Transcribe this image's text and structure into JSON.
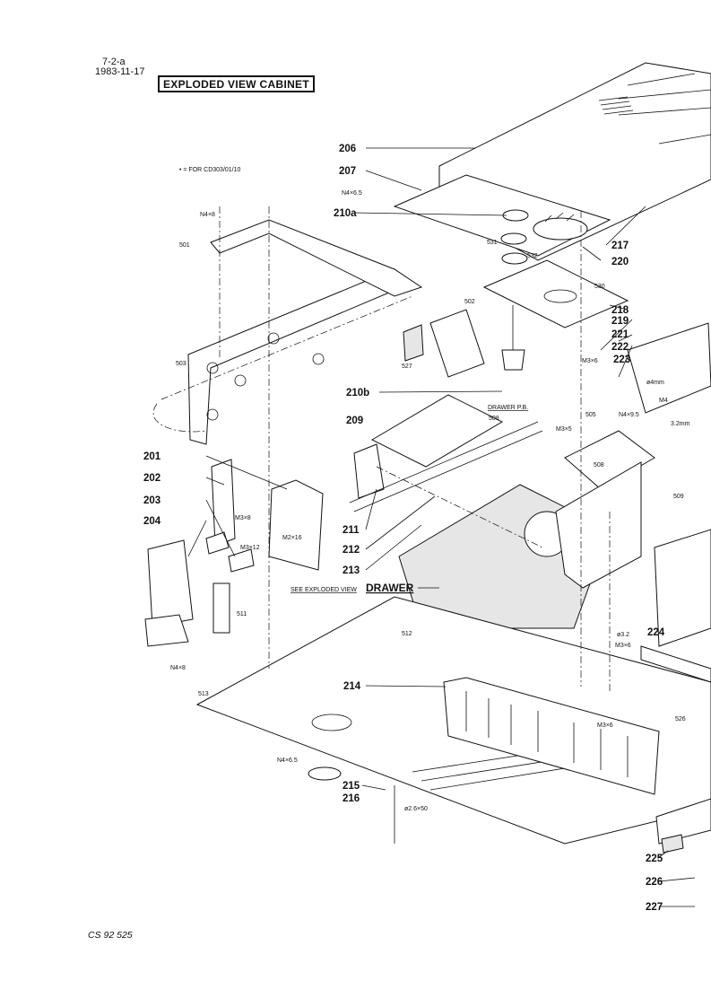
{
  "header": {
    "page_number": "7-2-a",
    "date": "1983-11-17",
    "title": "EXPLODED VIEW CABINET",
    "legend": "• = FOR  CD303/01/10"
  },
  "footer": {
    "code": "CS 92 525"
  },
  "drawing_refs": {
    "drawer_pb": "DRAWER P.B.",
    "see_exploded": "SEE EXPLODED VIEW",
    "drawer": "DRAWER"
  },
  "callouts": [
    "206",
    "207",
    "210a",
    "217",
    "220",
    "218",
    "219",
    "221",
    "222",
    "223",
    "210b",
    "209",
    "211",
    "212",
    "213",
    "201",
    "202",
    "203",
    "204",
    "214",
    "215",
    "216",
    "224",
    "225",
    "226",
    "227"
  ],
  "small_labels": [
    "N4×6.5",
    "N4×8",
    "501",
    "503",
    "527",
    "502",
    "531",
    "532",
    "530",
    "508",
    "505",
    "M3×6",
    "M3×5",
    "N4×9.5",
    "ø4mm",
    "M4",
    "3.2mm",
    "M3×8",
    "M3×12",
    "M2×16",
    "511",
    "N4×8",
    "512",
    "513",
    "ø3.2",
    "M3×6",
    "M3×6",
    "526",
    "N4×6.5",
    "ø2.6×50",
    "509",
    "508"
  ]
}
